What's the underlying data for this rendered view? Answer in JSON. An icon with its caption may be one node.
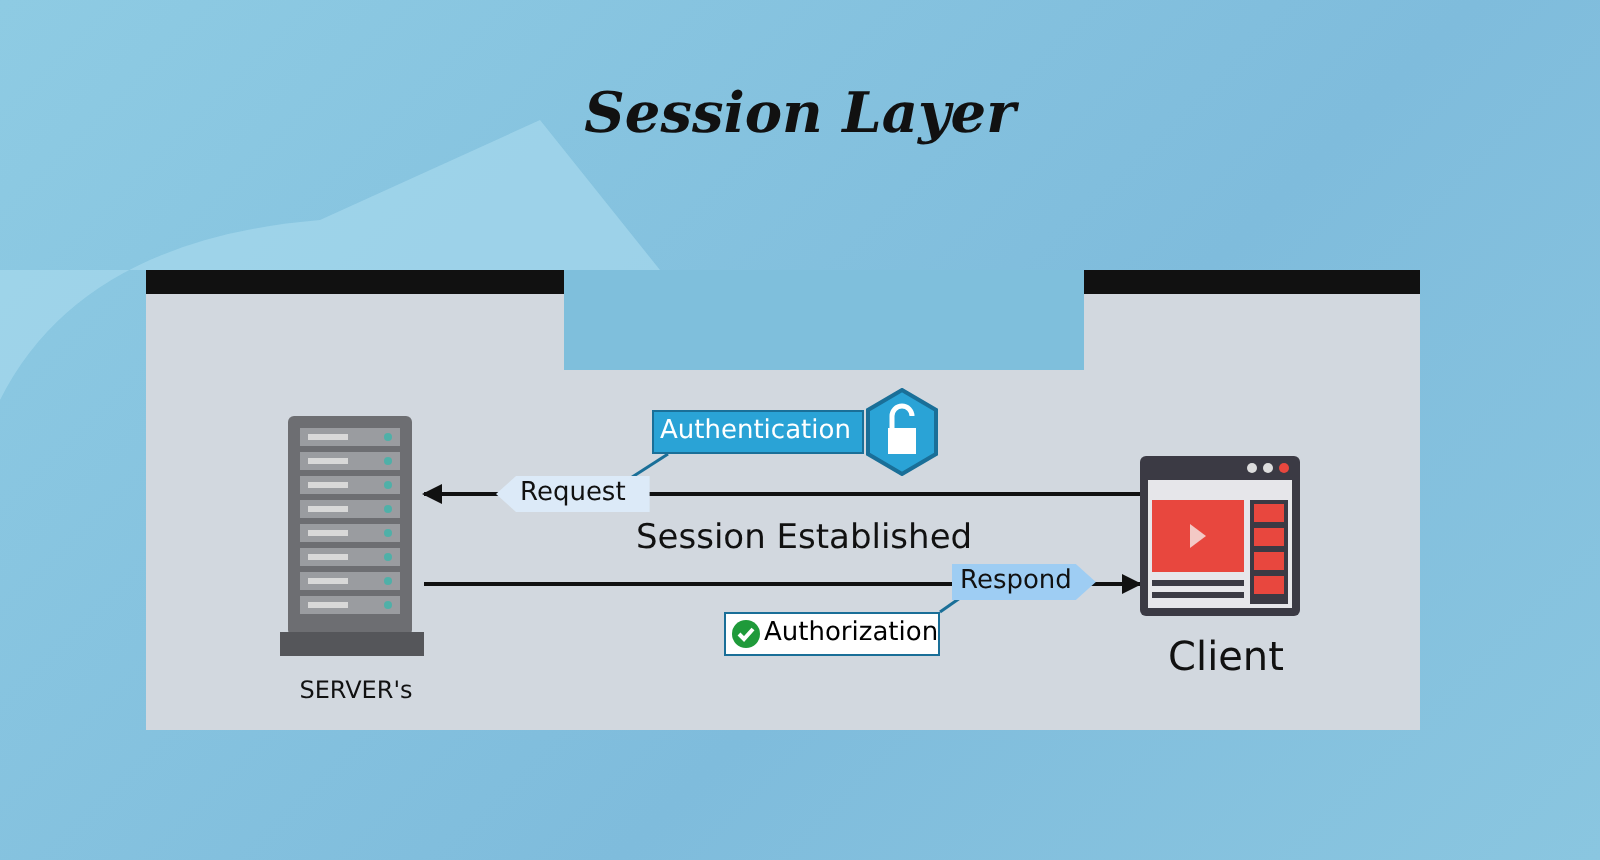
{
  "diagram": {
    "title": "Session Layer",
    "nodes": [
      {
        "text": [],
        "shape": "picture",
        "beside": [
          "SERVER's"
        ]
      },
      {
        "text": [],
        "shape": "picture",
        "beside": [
          "Client"
        ]
      },
      {
        "text": [
          "Authentication"
        ]
      },
      {
        "text": [
          "Authorization"
        ]
      }
    ],
    "edges": [
      {
        "from": 1,
        "to": 0,
        "arrow": "to",
        "label": "Request"
      },
      {
        "from": 0,
        "to": 1,
        "arrow": "to",
        "label": "Respond"
      },
      {
        "from": 2,
        "to": null,
        "arrow": "none",
        "color": "#1a6f98"
      },
      {
        "from": 3,
        "to": null,
        "arrow": "none",
        "color": "#1a6f98"
      }
    ],
    "labels": [
      "Session Established"
    ]
  }
}
